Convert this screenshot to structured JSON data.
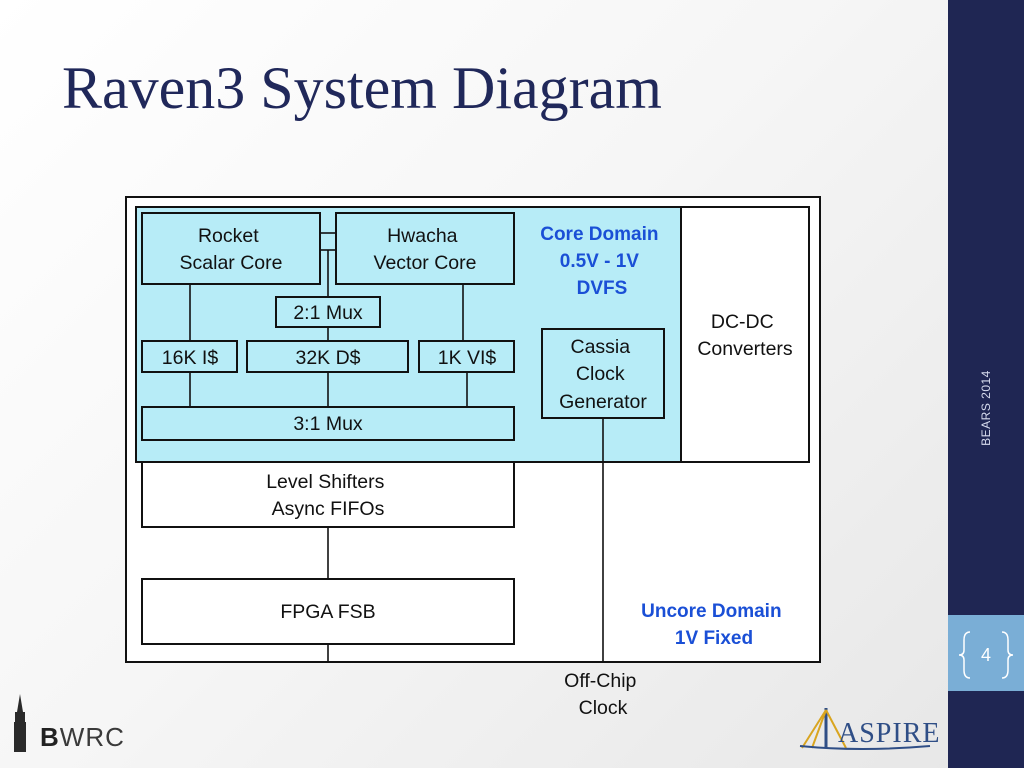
{
  "slide": {
    "title": "Raven3 System Diagram",
    "sidebar_text": "BEARS 2014",
    "page_number": "4"
  },
  "colors": {
    "core_domain_fill": "#b7ecf7",
    "sidebar": "#1f2653",
    "page_badge": "#7aaed6",
    "title": "#20285a",
    "domain_label": "#1a4fd6"
  },
  "diagram": {
    "rocket": [
      "Rocket",
      "Scalar Core"
    ],
    "hwacha": [
      "Hwacha",
      "Vector Core"
    ],
    "mux21": "2:1 Mux",
    "icache": "16K I$",
    "dcache": "32K D$",
    "vicache": "1K VI$",
    "mux31": "3:1 Mux",
    "cassia": [
      "Cassia",
      "Clock",
      "Generator"
    ],
    "dcdc": [
      "DC-DC",
      "Converters"
    ],
    "core_domain": [
      "Core Domain",
      "0.5V - 1V",
      "DVFS"
    ],
    "level_shifters": [
      "Level Shifters",
      "Async FIFOs"
    ],
    "fpga": "FPGA FSB",
    "uncore_domain": [
      "Uncore Domain",
      "1V Fixed"
    ],
    "offchip": [
      "Off-Chip",
      "Clock"
    ]
  },
  "logos": {
    "bwrc_initial": "B",
    "bwrc_rest": "WRC",
    "aspire": "ASPIRE",
    "tower_icon": "campanile-tower-icon",
    "bridge_icon": "bridge-icon"
  }
}
